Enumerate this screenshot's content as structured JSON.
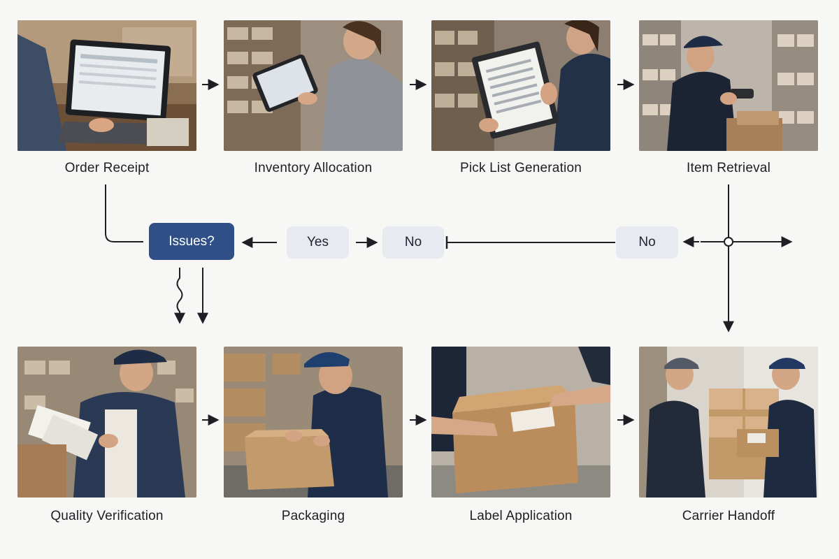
{
  "steps": [
    {
      "label": "Order Receipt",
      "image": "person-typing-on-laptop-photo"
    },
    {
      "label": "Inventory Allocation",
      "image": "worker-with-tablet-photo"
    },
    {
      "label": "Pick List Generation",
      "image": "worker-with-clipboard-photo"
    },
    {
      "label": "Item Retrieval",
      "image": "worker-with-scanner-photo"
    },
    {
      "label": "Quality Verification",
      "image": "worker-reading-papers-photo"
    },
    {
      "label": "Packaging",
      "image": "worker-packing-box-photo"
    },
    {
      "label": "Label Application",
      "image": "hands-labeling-box-photo"
    },
    {
      "label": "Carrier Handoff",
      "image": "workers-handing-off-box-photo"
    }
  ],
  "decisions": {
    "issues": "Issues?",
    "yes": "Yes",
    "no_left": "No",
    "no_right": "No"
  },
  "colors": {
    "background": "#f7f7f6",
    "decision_dark": "#2f4f86",
    "decision_light": "#e7eaf0",
    "line": "#1d1f24"
  }
}
